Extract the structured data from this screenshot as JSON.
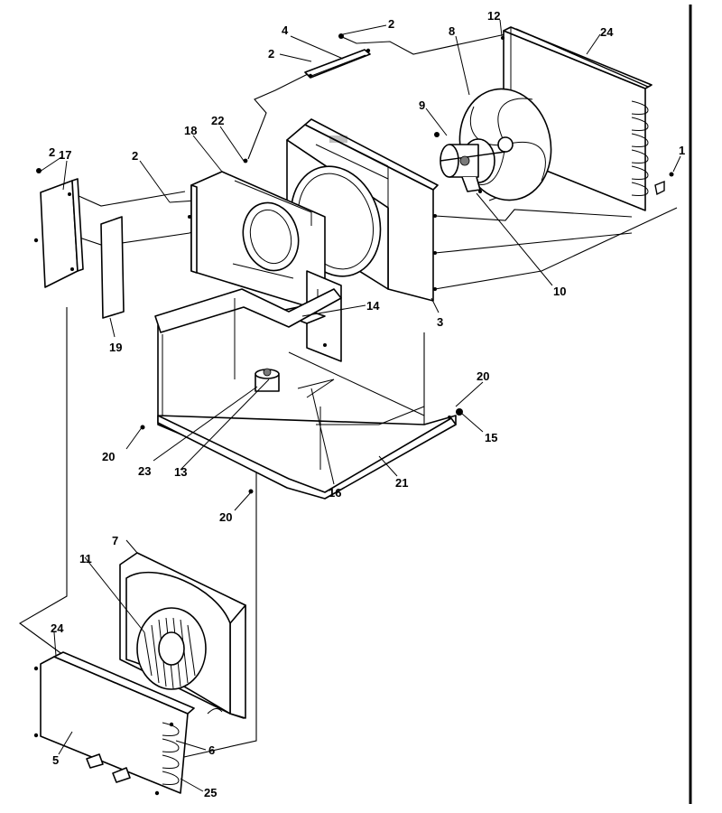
{
  "callouts": [
    {
      "id": "c2-top",
      "text": "2"
    },
    {
      "id": "c4",
      "text": "4"
    },
    {
      "id": "c2-rail",
      "text": "2"
    },
    {
      "id": "c12",
      "text": "12"
    },
    {
      "id": "c24-top",
      "text": "24"
    },
    {
      "id": "c8",
      "text": "8"
    },
    {
      "id": "c9",
      "text": "9"
    },
    {
      "id": "c1",
      "text": "1"
    },
    {
      "id": "c22",
      "text": "22"
    },
    {
      "id": "c18",
      "text": "18"
    },
    {
      "id": "c2-left",
      "text": "2"
    },
    {
      "id": "c17",
      "text": "17"
    },
    {
      "id": "c2-mid",
      "text": "2"
    },
    {
      "id": "c10",
      "text": "10"
    },
    {
      "id": "c14",
      "text": "14"
    },
    {
      "id": "c3",
      "text": "3"
    },
    {
      "id": "c19",
      "text": "19"
    },
    {
      "id": "c20-right",
      "text": "20"
    },
    {
      "id": "c15",
      "text": "15"
    },
    {
      "id": "c20-left",
      "text": "20"
    },
    {
      "id": "c23",
      "text": "23"
    },
    {
      "id": "c13",
      "text": "13"
    },
    {
      "id": "c16",
      "text": "16"
    },
    {
      "id": "c21",
      "text": "21"
    },
    {
      "id": "c20-bottom",
      "text": "20"
    },
    {
      "id": "c7",
      "text": "7"
    },
    {
      "id": "c11",
      "text": "11"
    },
    {
      "id": "c24-bottom",
      "text": "24"
    },
    {
      "id": "c6",
      "text": "6"
    },
    {
      "id": "c5",
      "text": "5"
    },
    {
      "id": "c25",
      "text": "25"
    }
  ]
}
